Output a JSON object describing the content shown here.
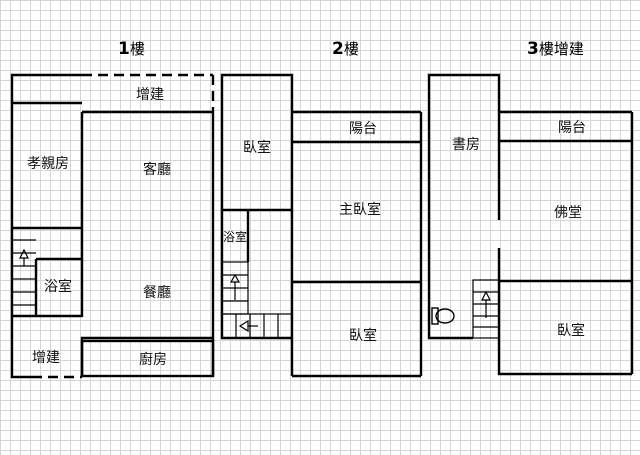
{
  "floors": {
    "f1": {
      "title_num": "1",
      "title_text": "樓",
      "rooms": {
        "extension_top": "增建",
        "parents_room": "孝親房",
        "living_room": "客廳",
        "bathroom": "浴室",
        "dining_room": "餐廳",
        "extension_bottom": "增建",
        "kitchen": "廚房"
      }
    },
    "f2": {
      "title_num": "2",
      "title_text": "樓",
      "rooms": {
        "bedroom_left": "臥室",
        "balcony": "陽台",
        "master_bedroom": "主臥室",
        "bathroom": "浴室",
        "bedroom_bottom": "臥室"
      }
    },
    "f3": {
      "title_num": "3",
      "title_text": "樓增建",
      "rooms": {
        "study": "書房",
        "balcony": "陽台",
        "buddha_hall": "佛堂",
        "bedroom": "臥室"
      }
    }
  }
}
